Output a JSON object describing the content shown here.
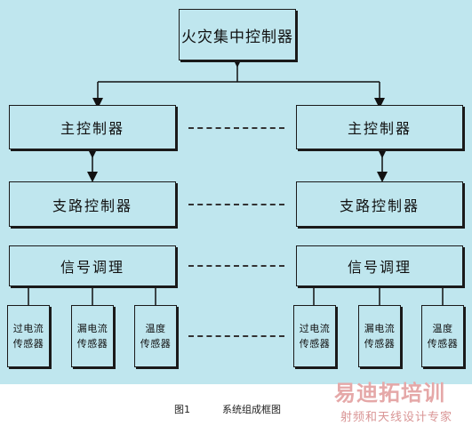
{
  "diagram": {
    "controller": "火灾集中控制器",
    "left": {
      "main": "主控制器",
      "branch": "支路控制器",
      "signal": "信号调理",
      "sensors": [
        {
          "l1": "过电流",
          "l2": "传感器"
        },
        {
          "l1": "漏电流",
          "l2": "传感器"
        },
        {
          "l1": "温度",
          "l2": "传感器"
        }
      ]
    },
    "right": {
      "main": "主控制器",
      "branch": "支路控制器",
      "signal": "信号调理",
      "sensors": [
        {
          "l1": "过电流",
          "l2": "传感器"
        },
        {
          "l1": "漏电流",
          "l2": "传感器"
        },
        {
          "l1": "温度",
          "l2": "传感器"
        }
      ]
    }
  },
  "caption": {
    "figure": "图1",
    "title": "系统组成框图"
  },
  "watermark": {
    "main": "易迪拓培训",
    "sub": "射频和天线设计专家"
  },
  "colors": {
    "background": "#bfe6ee",
    "border": "#1a1a1a",
    "watermark": "#e5a8a8"
  }
}
